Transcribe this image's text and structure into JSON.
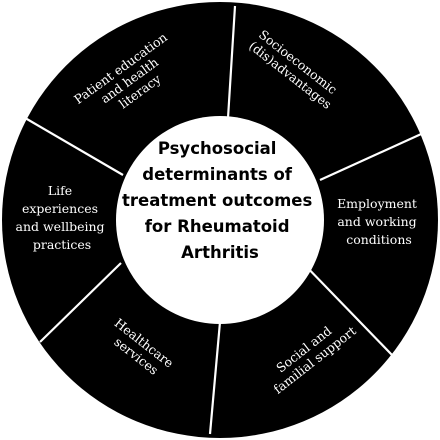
{
  "diagram": {
    "center": {
      "lines": [
        "Psychosocial",
        "determinants of",
        "treatment outcomes",
        "for Rheumatoid",
        "Arthritis"
      ]
    },
    "segments": [
      {
        "id": "patient-education",
        "lines": [
          "Patient education",
          "and health",
          "literacy"
        ]
      },
      {
        "id": "socioeconomic",
        "lines": [
          "Socioeconomic",
          "(dis)advantages"
        ]
      },
      {
        "id": "employment",
        "lines": [
          "Employment",
          "and working",
          "conditions"
        ]
      },
      {
        "id": "social-support",
        "lines": [
          "Social and",
          "familial support"
        ]
      },
      {
        "id": "healthcare-services",
        "lines": [
          "Healthcare",
          "services"
        ]
      },
      {
        "id": "life-experiences",
        "lines": [
          "Life",
          "experiences",
          "and wellbeing",
          "practices"
        ]
      }
    ],
    "colors": {
      "segment_fill": "#000000",
      "divider": "#ffffff",
      "center_fill": "#ffffff",
      "segment_text": "#ffffff",
      "center_text": "#000000"
    }
  }
}
